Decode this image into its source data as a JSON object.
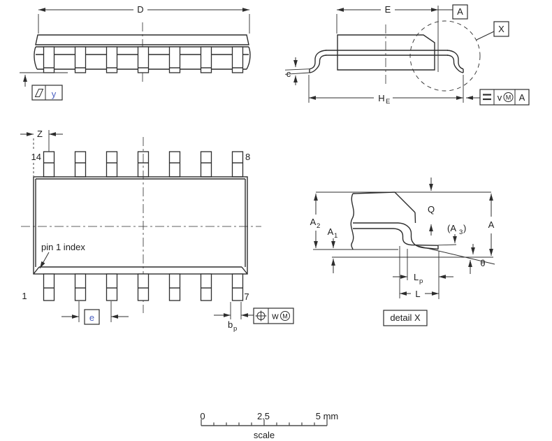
{
  "figure": {
    "kind": "IC package outline drawing"
  },
  "colors": {
    "line": "#2d2d2d",
    "text": "#1d1d1d",
    "link_letter": "#4a5fc0",
    "scale_line": "#4d4d4d"
  },
  "views": {
    "side_view": {
      "dim_d": "D",
      "datum_y": "y"
    },
    "end_view": {
      "dim_e": "E",
      "datum_a": "A",
      "detail_ref": "X",
      "dim_c": "c",
      "dim_he": {
        "main": "H",
        "sub": "E"
      },
      "tolerance_frame": {
        "symbol": "seating-plane",
        "v": "v",
        "m": "M",
        "datum": "A"
      }
    },
    "top_view": {
      "dim_z": "Z",
      "pin_14": "14",
      "pin_8": "8",
      "pin_1": "1",
      "pin_7": "7",
      "pin1_index": "pin 1 index",
      "dim_e": "e",
      "dim_bp": {
        "main": "b",
        "sub": "p"
      },
      "tolerance_frame": {
        "symbol": "true-position",
        "w": "w",
        "m": "M"
      }
    },
    "detail_view": {
      "dim_a2": {
        "main": "A",
        "sub": "2"
      },
      "dim_a1": {
        "main": "A",
        "sub": "1"
      },
      "dim_q": "Q",
      "dim_a3": {
        "open": "(A",
        "sub": "3",
        "close": ")"
      },
      "dim_a": "A",
      "dim_theta": "θ",
      "dim_lp": {
        "main": "L",
        "sub": "p"
      },
      "dim_l": "L",
      "caption": "detail X"
    },
    "scale_bar": {
      "t0": "0",
      "t_mid": "2.5",
      "t_end": "5 mm",
      "caption": "scale",
      "range_mm": [
        0,
        5
      ],
      "minor_step_mm": 0.5,
      "major_step_mm": 2.5
    }
  }
}
